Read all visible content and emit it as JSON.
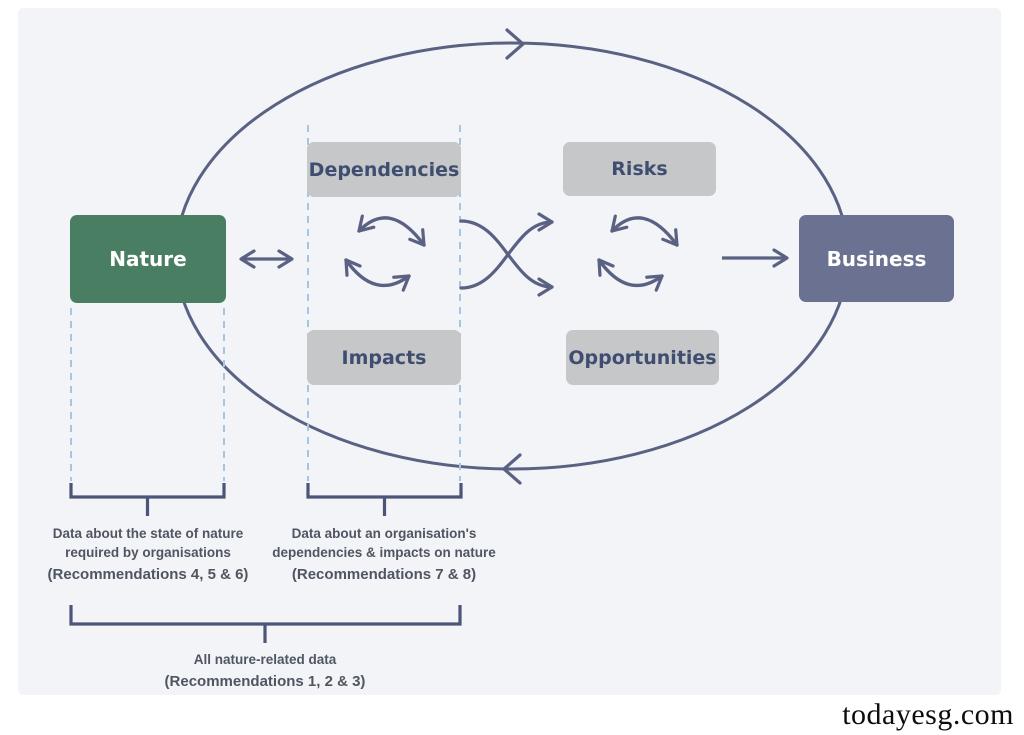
{
  "page": {
    "watermark": "todayesg.com",
    "colors": {
      "canvas": "#ffffff",
      "panel": "#f2f4f7"
    }
  },
  "diagram": {
    "nodes": {
      "nature": {
        "label": "Nature",
        "color": "#4a7e62",
        "text_color": "#ffffff"
      },
      "business": {
        "label": "Business",
        "color": "#6b7190",
        "text_color": "#ffffff"
      },
      "dependencies": {
        "label": "Dependencies",
        "color": "#c6c7c9",
        "text_color": "#3e4d70"
      },
      "impacts": {
        "label": "Impacts",
        "color": "#c6c7c9",
        "text_color": "#3e4d70"
      },
      "risks": {
        "label": "Risks",
        "color": "#c6c7c9",
        "text_color": "#3e4d70"
      },
      "opportunities": {
        "label": "Opportunities",
        "color": "#c6c7c9",
        "text_color": "#3e4d70"
      }
    },
    "icons": {
      "flow_loop": "clockwise-ellipse-flow-arrows",
      "exchange": "crossing-swap-arrows",
      "feedback_left": "circular-cycle-arrows",
      "feedback_right": "circular-cycle-arrows",
      "nature_link": "double-headed-arrow",
      "business_link": "right-arrow"
    },
    "colors": {
      "line": "#5a6183",
      "bracket": "#4c5578",
      "dashed_guide": "#a7c4e0",
      "annotation_text": "#4f5561"
    },
    "annotations": {
      "state_of_nature": {
        "line1": "Data about the state of nature",
        "line2": "required by organisations",
        "line3": "(Recommendations 4, 5 & 6)"
      },
      "dependencies_impacts": {
        "line1": "Data about an organisation's",
        "line2": "dependencies & impacts on nature",
        "line3": "(Recommendations 7 & 8)"
      },
      "all_nature_data": {
        "line1": "All nature-related data",
        "line2": "(Recommendations 1, 2 & 3)"
      }
    }
  }
}
